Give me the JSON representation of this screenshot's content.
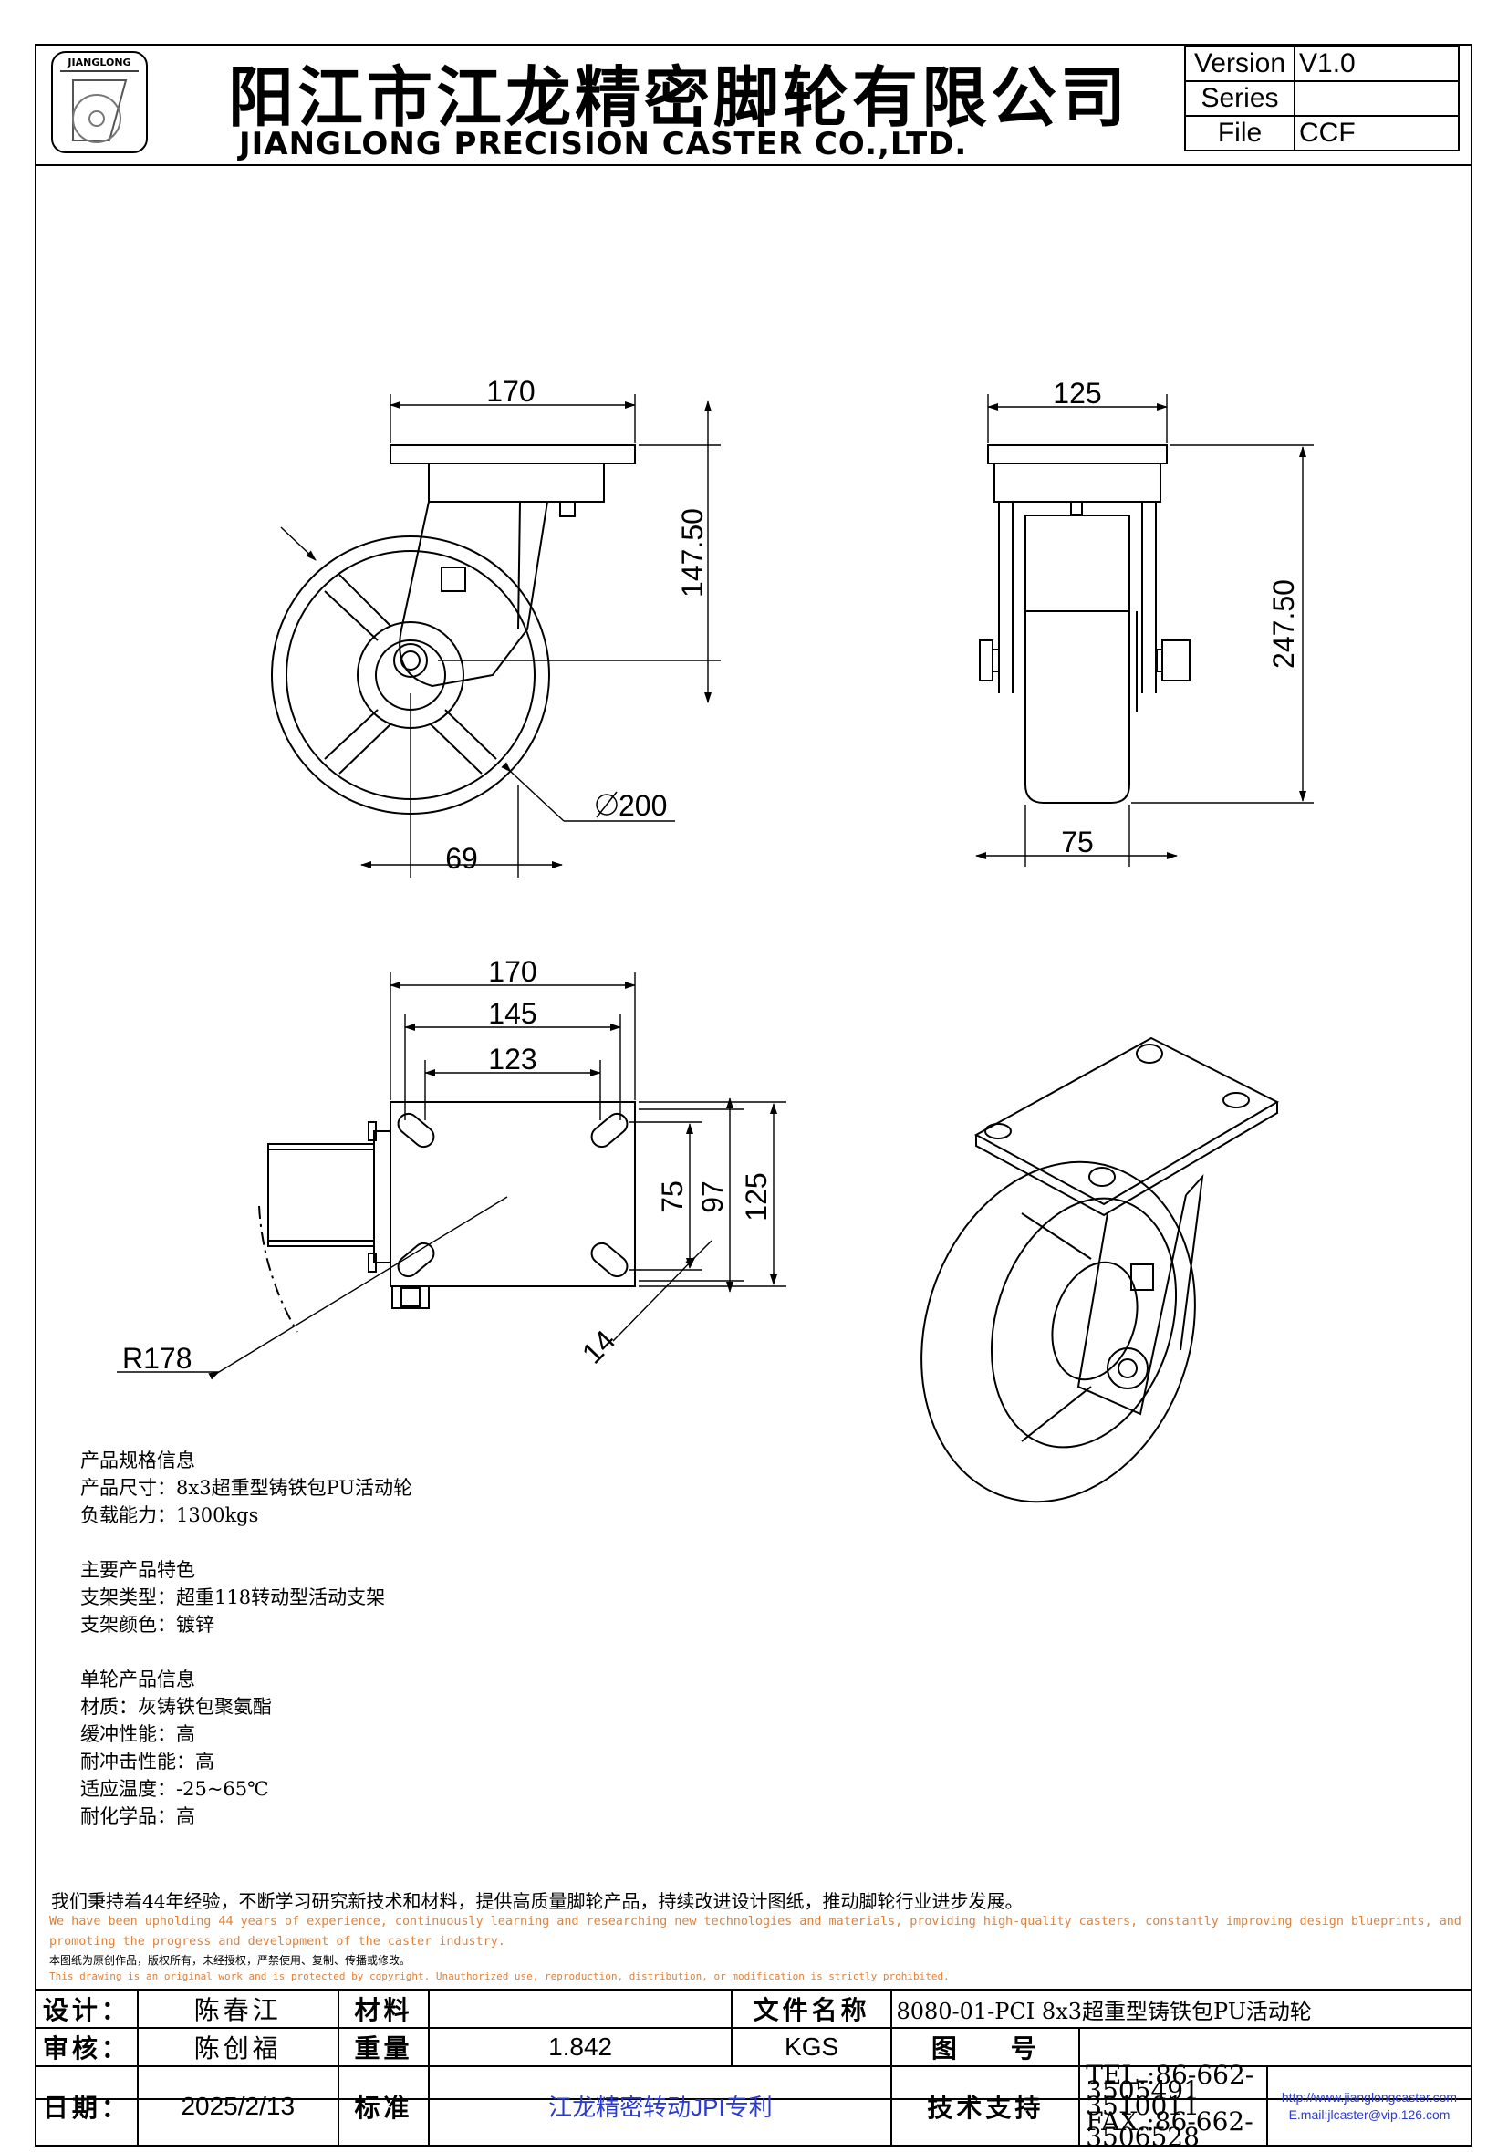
{
  "company": {
    "name_cn": "阳江市江龙精密脚轮有限公司",
    "name_en": "JIANGLONG PRECISION CASTER CO.,LTD.",
    "logo_text": "JIANGLONG"
  },
  "version_table": [
    {
      "key": "Version",
      "value": "V1.0"
    },
    {
      "key": "Series",
      "value": ""
    },
    {
      "key": "File",
      "value": "CCF"
    }
  ],
  "dimensions": {
    "side_plate_width": "170",
    "side_height": "147.50",
    "wheel_diameter": "200",
    "offset": "69",
    "front_plate_width": "125",
    "overall_height": "247.50",
    "wheel_width": "75",
    "top_width": "170",
    "top_hole_span": "145",
    "top_hole_spacing": "123",
    "top_depth_inner": "75",
    "top_depth_mid": "97",
    "top_depth": "125",
    "slot_width": "14",
    "swivel_radius": "R178"
  },
  "specs": {
    "section1_title": "产品规格信息",
    "size": "产品尺寸：8x3超重型铸铁包PU活动轮",
    "load": "负载能力：1300kgs",
    "section2_title": "主要产品特色",
    "bracket_type": "支架类型：超重118转动型活动支架",
    "bracket_color": "支架颜色：镀锌",
    "section3_title": "单轮产品信息",
    "material": "材质：灰铸铁包聚氨酯",
    "cushion": "缓冲性能：高",
    "impact": "耐冲击性能：高",
    "temperature": "适应温度：-25~65℃",
    "chemical": "耐化学品：高"
  },
  "statement": {
    "cn": "我们秉持着44年经验，不断学习研究新技术和材料，提供高质量脚轮产品，持续改进设计图纸，推动脚轮行业进步发展。",
    "en": "We have been upholding 44 years of experience, continuously learning and researching new technologies and materials, providing high-quality casters, constantly improving design blueprints, and promoting the progress and development of the caster industry.",
    "copyright_cn": "本图纸为原创作品，版权所有，未经授权，严禁使用、复制、传播或修改。",
    "copyright_en": "This drawing is an original work and is protected by copyright. Unauthorized use, reproduction, distribution, or modification is strictly prohibited."
  },
  "title_block": {
    "design_label": "设计：",
    "designer": "陈春江",
    "material_label": "材料",
    "material_value": "",
    "filename_label": "文件名称",
    "filename": "8080-01-PCI  8x3超重型铸铁包PU活动轮",
    "review_label": "审核：",
    "reviewer": "陈创福",
    "weight_label": "重量",
    "weight": "1.842",
    "weight_unit": "KGS",
    "drawing_no_label": "图    号",
    "drawing_no": "",
    "date_label": "日期：",
    "date": "2025/2/13",
    "standard_label": "标准",
    "standard": "江龙精密转动JPI专利",
    "support_label": "技术支持",
    "tel": "TEL.:86-662-3505491 3510011",
    "fax": "FAX.:86-662-3506528",
    "website": "http://www.jianglongcaster.com",
    "email": "E.mail:jlcaster@vip.126.com"
  }
}
